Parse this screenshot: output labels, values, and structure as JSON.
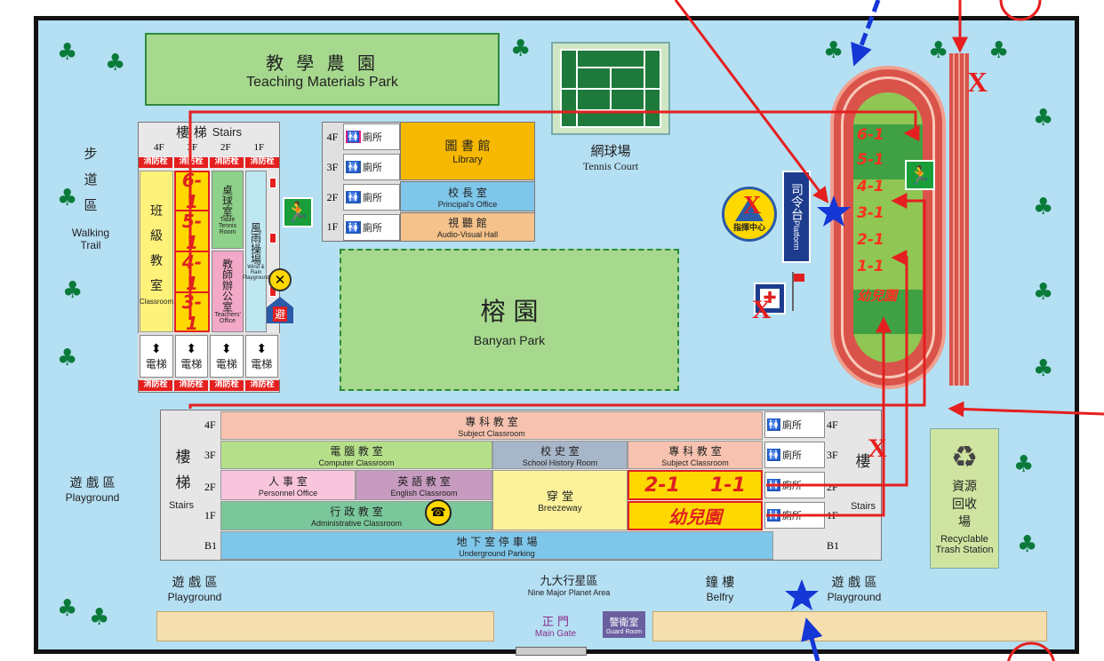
{
  "colors": {
    "background": "#b5dff3",
    "route": "#e51f1f",
    "exit_green": "#1a9e3a",
    "star": "#1437d6"
  },
  "gardens": {
    "teaching_park_zh": "教 學 農 園",
    "teaching_park_en": "Teaching Materials Park",
    "banyan_zh": "榕   園",
    "banyan_en": "Banyan Park"
  },
  "tennis": {
    "zh": "網球場",
    "en": "Tennis Court"
  },
  "walking_trail": {
    "zh": [
      "步",
      "道",
      "區"
    ],
    "en": "Walking Trail"
  },
  "west_building": {
    "stairs_zh": "樓  梯",
    "stairs_en": "Stairs",
    "floors": [
      "4F",
      "3F",
      "2F",
      "1F"
    ],
    "hydrant": "消防栓",
    "class_zh": [
      "班",
      "級",
      "教",
      "室"
    ],
    "class_en": "Classroom",
    "rooms": [
      "6-1",
      "5-1",
      "4-1",
      "3-1"
    ],
    "table_tennis_zh": "桌球室",
    "table_tennis_en": "Table Tennis Room",
    "teachers_zh": "教師辦公室",
    "teachers_en": "Teachers' Office",
    "wind_rain_zh": "風雨操場",
    "wind_rain_en": "Wind & Rain Playground",
    "elevator_zh": "電梯"
  },
  "north_building": {
    "floors": [
      "4F",
      "3F",
      "2F",
      "1F"
    ],
    "toilet_zh": "廁所",
    "toilet_en": "Toilet",
    "library_zh": "圖 書 館",
    "library_en": "Library",
    "principal_zh": "校 長 室",
    "principal_en": "Principal's Office",
    "av_zh": "視 聽 館",
    "av_en": "Audio-Visual Hall"
  },
  "platform": {
    "zh": "司令台",
    "en": "Platform"
  },
  "command_center": "指揮中心",
  "track": {
    "labels": [
      "6-1",
      "5-1",
      "4-1",
      "3-1",
      "2-1",
      "1-1",
      "幼兒園"
    ]
  },
  "south_building": {
    "stairs_zh": "樓梯",
    "stairs_en": "Stairs",
    "left_floors": [
      "4F",
      "3F",
      "2F",
      "1F",
      "B1"
    ],
    "right_floors": [
      "4F",
      "3F",
      "2F",
      "1F",
      "B1"
    ],
    "right_stairs_zh": "樓",
    "right_stairs_en": "Stairs",
    "subject_zh": "專 科 教 室",
    "subject_en": "Subject Classroom",
    "computer_zh": "電 腦 教 室",
    "computer_en": "Computer Classroom",
    "history_zh": "校 史 室",
    "history_en": "School History Room",
    "subject2_zh": "專 科 教 室",
    "subject2_en": "Subject Classroom",
    "personnel_zh": "人 事 室",
    "personnel_en": "Personnel Office",
    "english_zh": "英 語 教 室",
    "english_en": "English Classroom",
    "breezeway_zh": "穿 堂",
    "breezeway_en": "Breezeway",
    "admin_zh": "行 政 教 室",
    "admin_en": "Administrative Classroom",
    "k_rooms": [
      "2-1",
      "1-1"
    ],
    "kindergarten": "幼兒園",
    "parking_zh": "地 下 室 停 車 場",
    "parking_en": "Underground Parking",
    "toilet_zh": "廁所"
  },
  "recycle": {
    "zh": "資源回收場",
    "en1": "Recyclable",
    "en2": "Trash Station"
  },
  "playground": {
    "zh": "遊 戲 區",
    "en": "Playground"
  },
  "nine_planet": {
    "zh": "九大行星區",
    "en": "Nine Major Planet Area"
  },
  "belfry": {
    "zh": "鐘 樓",
    "en": "Belfry"
  },
  "main_gate": {
    "zh": "正 門",
    "en": "Main Gate"
  },
  "guard_room": {
    "zh": "警衛室",
    "en": "Guard Room"
  },
  "icons": [
    "tree-icon",
    "exit-icon",
    "toilet-icon",
    "elevator-icon",
    "wrench-icon",
    "phone-icon",
    "recycle-icon",
    "first-aid-icon",
    "flag-icon",
    "star-icon",
    "running-man-icon"
  ],
  "markers": {
    "x": "X"
  }
}
